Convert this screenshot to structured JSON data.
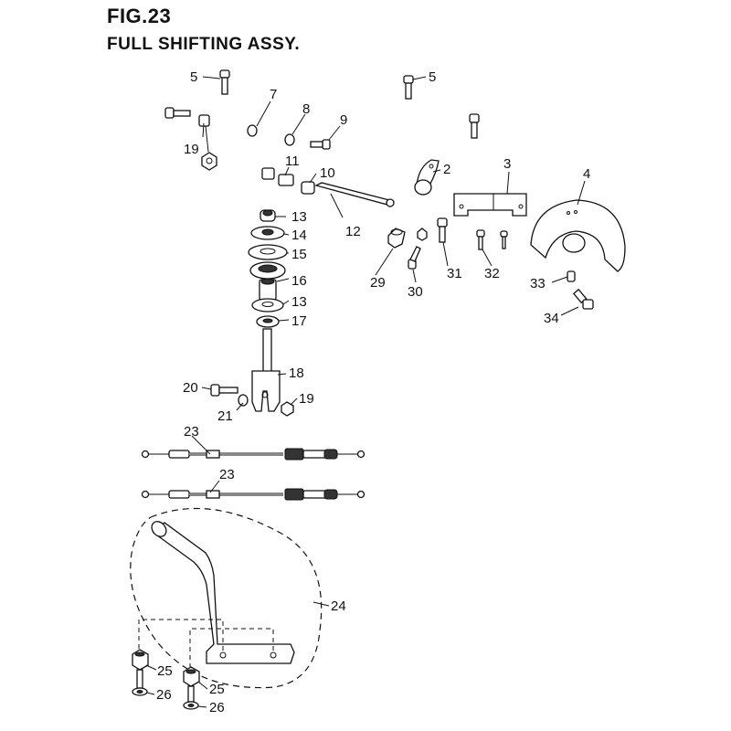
{
  "figure": {
    "title": "FIG.23",
    "subtitle": "FULL SHIFTING ASSY."
  },
  "callouts": [
    "5",
    "5",
    "7",
    "8",
    "9",
    "19",
    "2",
    "3",
    "4",
    "11",
    "10",
    "12",
    "13",
    "14",
    "15",
    "16",
    "13",
    "17",
    "29",
    "30",
    "31",
    "32",
    "33",
    "34",
    "18",
    "20",
    "21",
    "19",
    "23",
    "23",
    "24",
    "25",
    "25",
    "26",
    "26"
  ]
}
